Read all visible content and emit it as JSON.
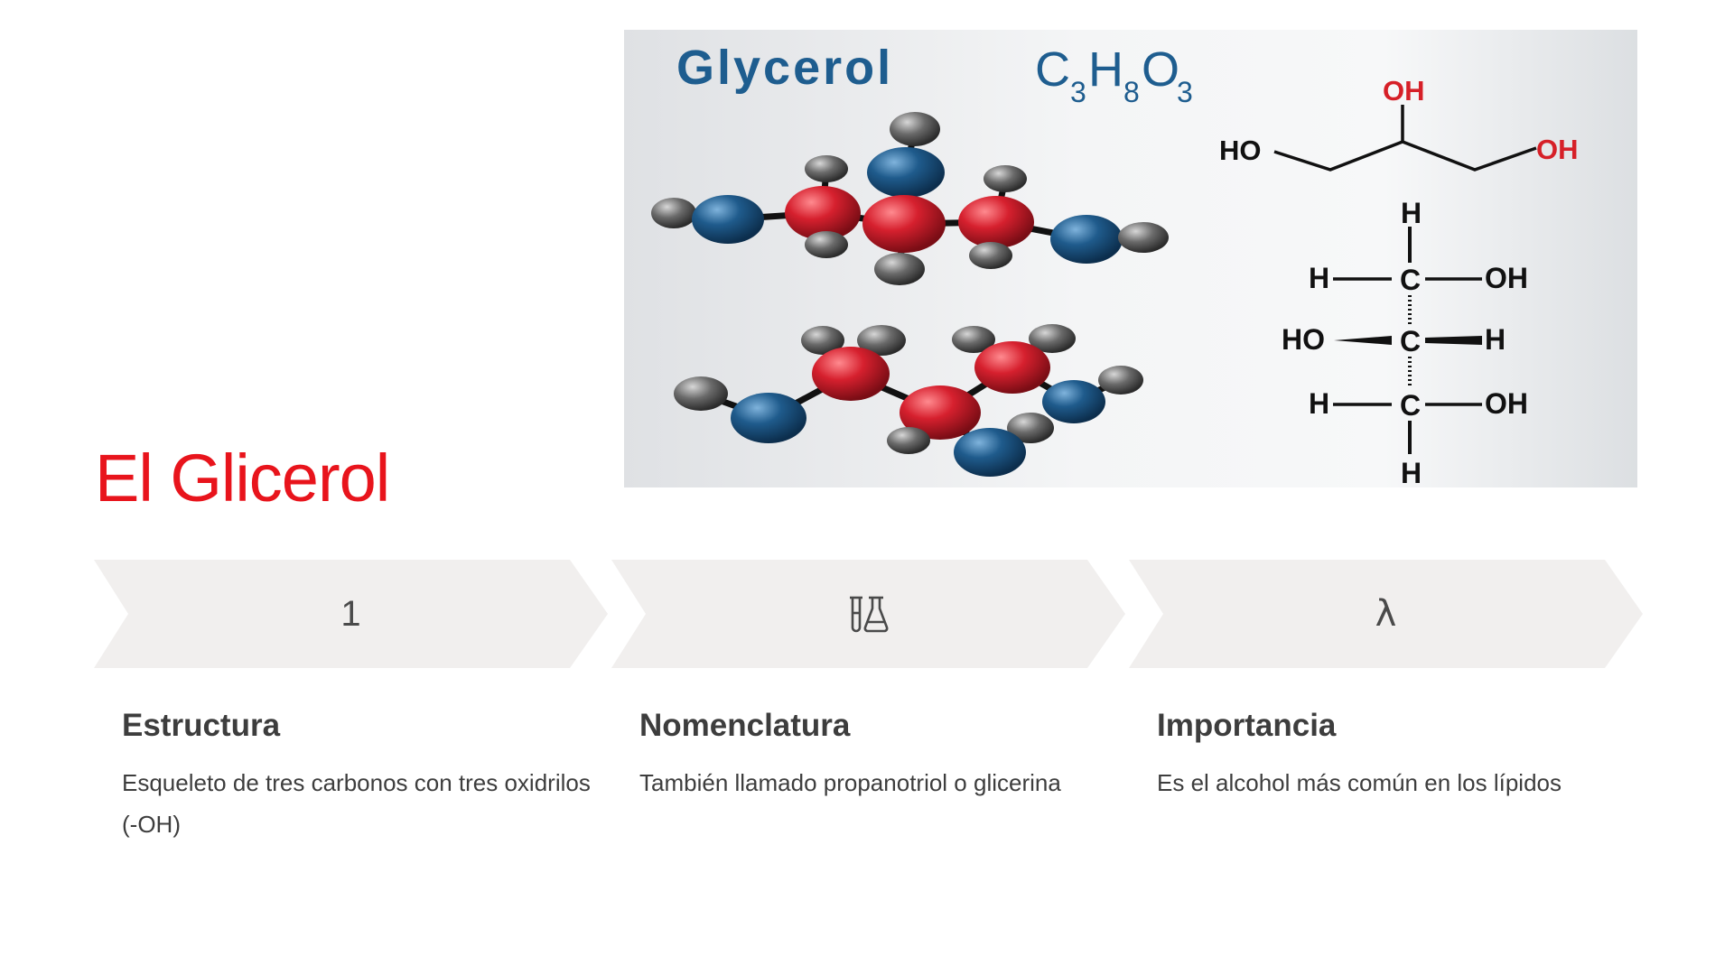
{
  "slide": {
    "title": "El Glicerol"
  },
  "figure": {
    "name": "Glycerol",
    "formula": {
      "c": "C",
      "c_sub": "3",
      "h": "H",
      "h_sub": "8",
      "o": "O",
      "o_sub": "3"
    },
    "skeletal": {
      "oh_top": "OH",
      "ho_left": "HO",
      "oh_right": "OH"
    },
    "fischer": {
      "h_top": "H",
      "row1_left": "H",
      "row1_c": "C",
      "row1_right": "OH",
      "row2_left": "HO",
      "row2_c": "C",
      "row2_right": "H",
      "row3_left": "H",
      "row3_c": "C",
      "row3_right": "OH",
      "h_bottom": "H"
    },
    "colors": {
      "oxygen": "#1f5b8c",
      "carbon": "#d6202e",
      "hydrogen": "#5a5a5a",
      "title": "#1e5d8f"
    }
  },
  "steps": [
    {
      "icon_name": "number-one-icon",
      "icon_text": "1",
      "title": "Estructura",
      "description": "Esqueleto de tres carbonos con tres oxidrilos (-OH)"
    },
    {
      "icon_name": "lab-flask-icon",
      "icon_text": "",
      "title": "Nomenclatura",
      "description": "También llamado propanotriol o glicerina"
    },
    {
      "icon_name": "lambda-icon",
      "icon_text": "λ",
      "title": "Importancia",
      "description": "Es el alcohol más común en los lípidos"
    }
  ]
}
